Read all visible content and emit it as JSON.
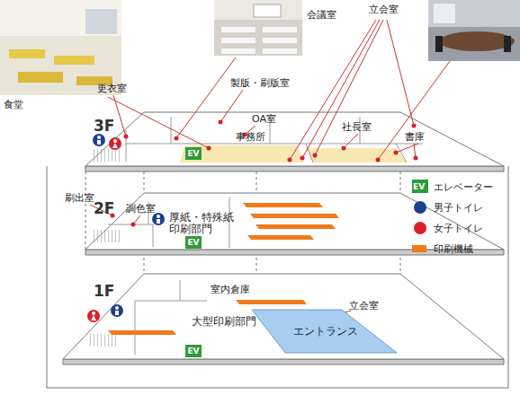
{
  "diagram": {
    "nodes": [
      {
        "text": [
          "EV"
        ]
      },
      {
        "text": [
          "EV"
        ]
      },
      {
        "text": [
          "EV"
        ]
      },
      {
        "text": [
          "エントランス"
        ]
      }
    ],
    "labels": [
      "食堂",
      "会議室",
      "立会室",
      "更衣室",
      "製版・刷版室",
      "OA室",
      "社長室",
      "書庫",
      "事務所",
      "3F",
      "刷出室",
      "調色室",
      "厚紙・特殊紙 印刷部門",
      "2F",
      "室内倉庫",
      "立会室",
      "大型印刷部門",
      "1F",
      "EV"
    ],
    "legend": [
      {
        "text": "エレベーター",
        "color": "#2e9b3a"
      },
      {
        "text": "男子トイレ",
        "color": "#1d3f8c"
      },
      {
        "text": "女子トイレ",
        "color": "#d8202a"
      },
      {
        "text": "印刷機械",
        "color": "#f07b1a"
      }
    ]
  }
}
